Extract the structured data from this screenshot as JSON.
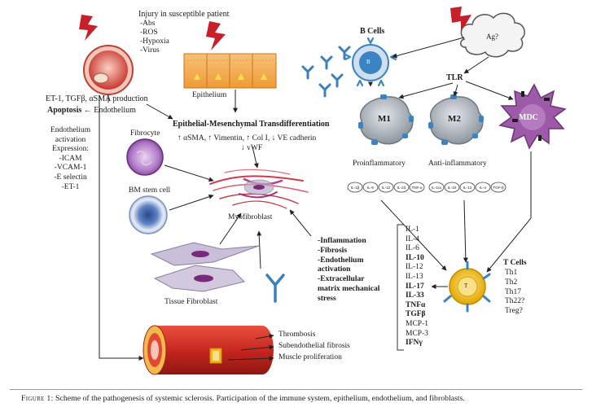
{
  "injury": {
    "title": "Injury in susceptible patient",
    "items": [
      "-Abs",
      "-ROS",
      "-Hypoxia",
      "-Virus"
    ]
  },
  "labels": {
    "epithelium": "Epithelium",
    "emt": "Epithelial-Mesenchymal Transdifferentiation",
    "markers_line1": "↑ αSMA, ↑ Vimentin, ↑ Col I, ↓ VE cadherin",
    "markers_line2": "↓ vWF",
    "fibrocyte": "Fibrocyte",
    "bm_stem_cell": "BM stem cell",
    "myofibroblast": "Myofibroblast",
    "tissue_fibroblast": "Tissue Fibroblast",
    "b_cells": "B Cells",
    "b_cell_inner": "B",
    "ag": "Ag?",
    "tlr": "TLR",
    "m1": "M1",
    "m2": "M2",
    "mdc": "MDC",
    "proinflammatory": "Proinflammatory",
    "anti_inflammatory": "Anti-inflammatory",
    "t_cell_inner": "T",
    "et1_line": "ET-1, TGFβ, αSMA production",
    "apoptosis": "Apoptosis",
    "endothelium_arrow": " ← Endothelium"
  },
  "m1_cytokines": [
    "IL-1β",
    "IL-6",
    "IL-12",
    "IL-23",
    "TNF-α"
  ],
  "m2_cytokines": [
    "IL-1ra",
    "IL-10",
    "IL-13",
    "IL-4",
    "TGF-β"
  ],
  "endothelium_activation": [
    "Endothelium",
    "activation",
    "Expression:",
    "-ICAM",
    "-VCAM-1",
    "-E selectin",
    "-ET-1"
  ],
  "processes": [
    "-Inflammation",
    "-Fibrosis",
    "-Endothelium",
    "activation",
    "-Extracellular",
    "matrix mechanical",
    "stress"
  ],
  "cytokines": [
    {
      "name": "IL-1",
      "bold": false
    },
    {
      "name": "IL-4",
      "bold": false
    },
    {
      "name": "IL-6",
      "bold": false
    },
    {
      "name": "IL-10",
      "bold": true
    },
    {
      "name": "IL-12",
      "bold": false
    },
    {
      "name": "IL-13",
      "bold": false
    },
    {
      "name": "IL-17",
      "bold": true
    },
    {
      "name": "IL-33",
      "bold": true
    },
    {
      "name": "TNFα",
      "bold": true
    },
    {
      "name": "TGFβ",
      "bold": true
    },
    {
      "name": "MCP-1",
      "bold": false
    },
    {
      "name": "MCP-3",
      "bold": false
    },
    {
      "name": "IFNγ",
      "bold": true
    }
  ],
  "t_cells": {
    "title": "T Cells",
    "items": [
      "Th1",
      "Th2",
      "Th17",
      "Th22?",
      "Treg?"
    ]
  },
  "vessel_labels": [
    "Thrombosis",
    "Subendothelial fibrosis",
    "Muscle proliferation"
  ],
  "caption": {
    "figure": "Figure 1:",
    "text": " Scheme of the pathogenesis of systemic sclerosis. Participation of the immune system, epithelium, endothelium, and fibroblasts."
  },
  "colors": {
    "lightning": "#c8202a",
    "vessel": "#cc2a24",
    "vessel_inner": "#f2b51d",
    "macrophage": "#a8b0b8",
    "cell_nucleus_blue": "#3b84c4",
    "mdc": "#9c5aa8",
    "t_cell": "#f3c21e",
    "fibroblast": "#c9bfd8",
    "fibroblast_nucleus": "#7a2a7a",
    "fibrocyte": "#9a62b0",
    "bm_cell": "#6f8fc7",
    "antibody": "#3a7fbe",
    "myofibroblast": "#d23a4a",
    "epithelium": "#f2a94b"
  }
}
